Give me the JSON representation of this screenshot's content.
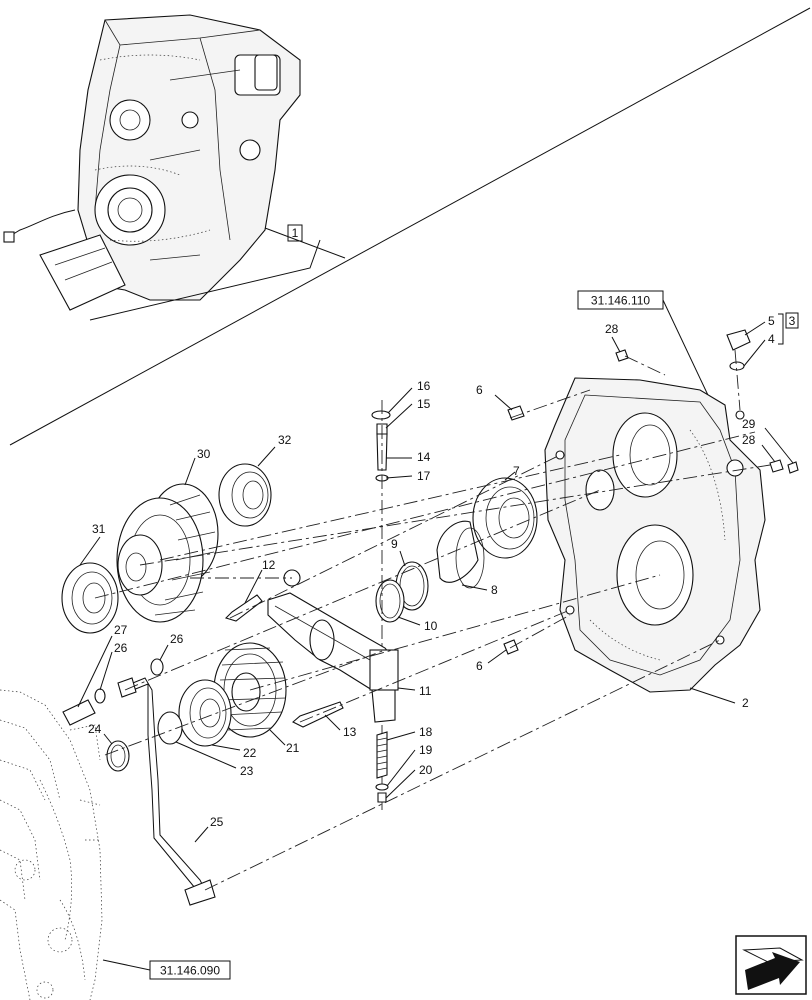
{
  "callouts": {
    "c1": "1",
    "c2": "2",
    "c3": "3",
    "c4": "4",
    "c5": "5",
    "c6a": "6",
    "c6b": "6",
    "c7": "7",
    "c8": "8",
    "c9": "9",
    "c10": "10",
    "c11": "11",
    "c12": "12",
    "c13": "13",
    "c14": "14",
    "c15": "15",
    "c16": "16",
    "c17": "17",
    "c18": "18",
    "c19": "19",
    "c20": "20",
    "c21": "21",
    "c22": "22",
    "c23": "23",
    "c24": "24",
    "c25": "25",
    "c26a": "26",
    "c26b": "26",
    "c27": "27",
    "c28a": "28",
    "c28b": "28",
    "c29": "29",
    "c30": "30",
    "c31": "31",
    "c32": "32"
  },
  "references": {
    "top_ref": "31.146.110",
    "bottom_ref": "31.146.090"
  },
  "icons": [
    "transmission-overview",
    "next-page-arrow-icon"
  ]
}
